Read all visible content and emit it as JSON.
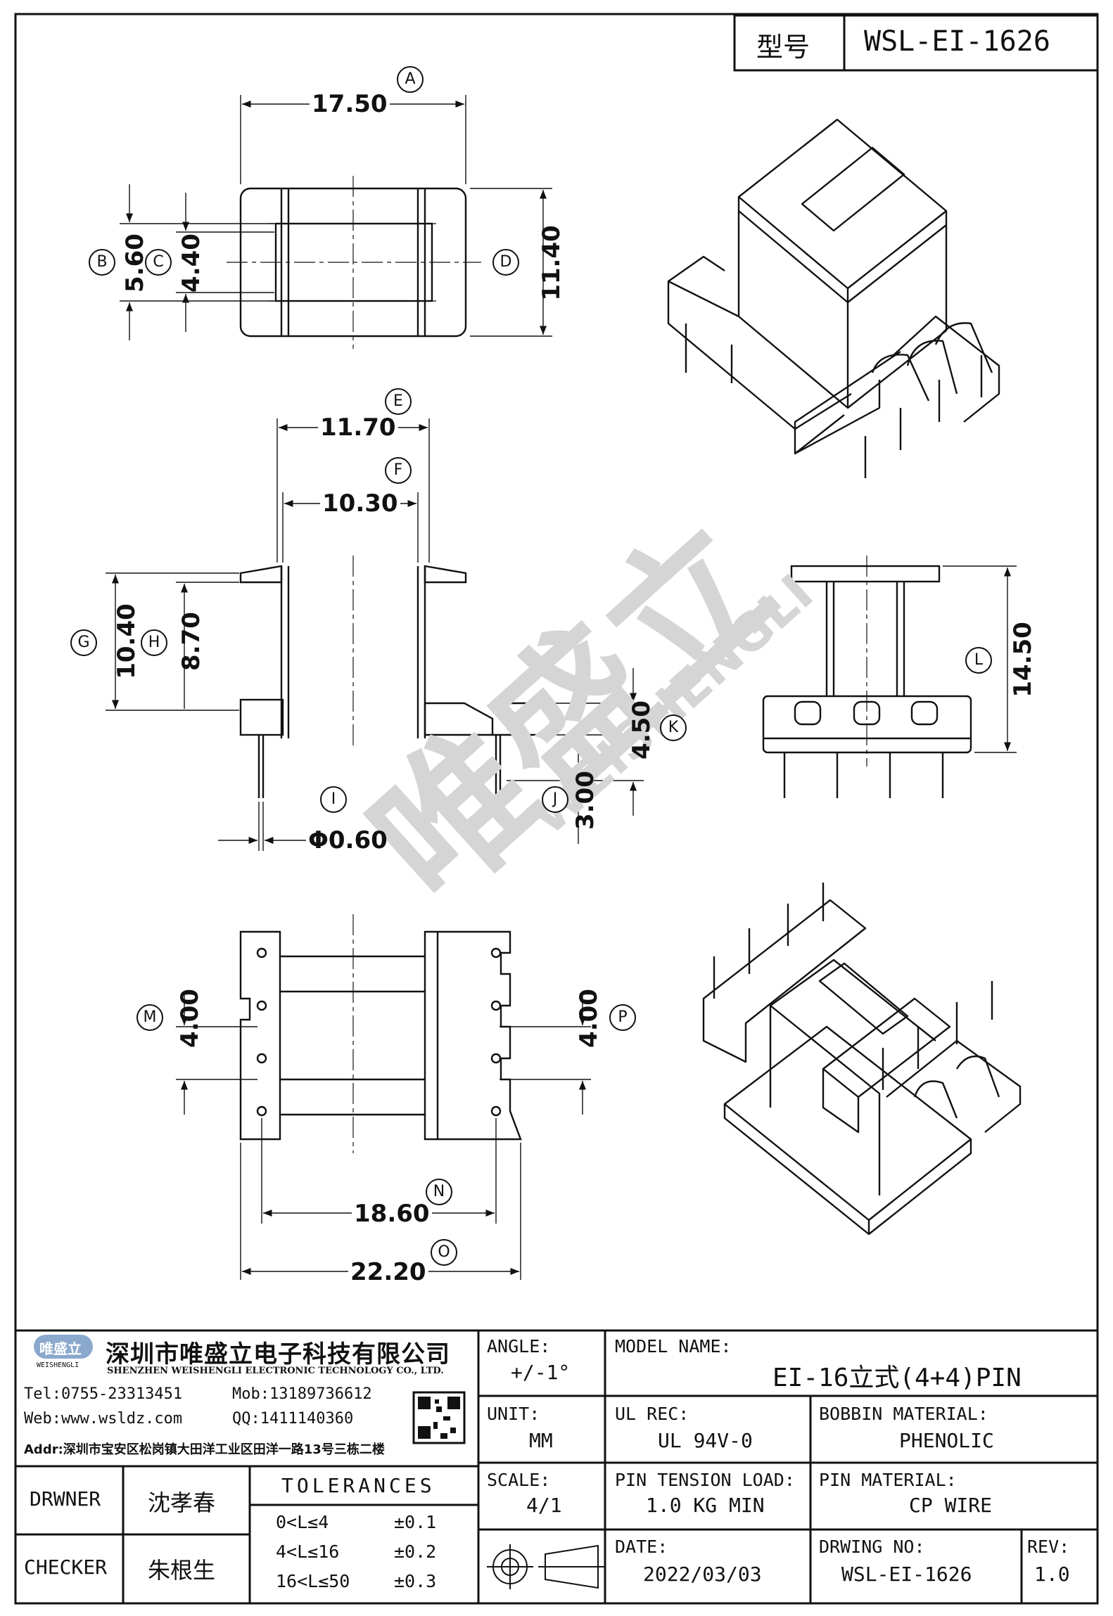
{
  "header": {
    "type_label": "型号",
    "model_code": "WSL-EI-1626"
  },
  "watermark": {
    "cn": "唯盛立",
    "en": "WEISHENGLI"
  },
  "dimensions": {
    "A": {
      "value": "17.50",
      "letter": "A"
    },
    "B": {
      "value": "5.60",
      "letter": "B"
    },
    "C": {
      "value": "4.40",
      "letter": "C"
    },
    "D": {
      "value": "11.40",
      "letter": "D"
    },
    "E": {
      "value": "11.70",
      "letter": "E"
    },
    "F": {
      "value": "10.30",
      "letter": "F"
    },
    "G": {
      "value": "10.40",
      "letter": "G"
    },
    "H": {
      "value": "8.70",
      "letter": "H"
    },
    "I": {
      "value": "Φ0.60",
      "letter": "I"
    },
    "J": {
      "value": "3.00",
      "letter": "J"
    },
    "K": {
      "value": "4.50",
      "letter": "K"
    },
    "L": {
      "value": "14.50",
      "letter": "L"
    },
    "M": {
      "value": "4.00",
      "letter": "M"
    },
    "N": {
      "value": "18.60",
      "letter": "N"
    },
    "O": {
      "value": "22.20",
      "letter": "O"
    },
    "P": {
      "value": "4.00",
      "letter": "P"
    }
  },
  "company": {
    "logo_text": "唯盛立",
    "logo_sub": "WEISHENGLI",
    "name_cn": "深圳市唯盛立电子科技有限公司",
    "name_en": "SHENZHEN WEISHENGLI ELECTRONIC TECHNOLOGY CO., LTD.",
    "tel": "Tel:0755-23313451",
    "mob": "Mob:13189736612",
    "web": "Web:www.wsldz.com",
    "qq": "QQ:1411140360",
    "addr": "Addr:深圳市宝安区松岗镇大田洋工业区田洋一路13号三栋二楼"
  },
  "title_block": {
    "drawner_label": "DRWNER",
    "drawner_value": "沈孝春",
    "checker_label": "CHECKER",
    "checker_value": "朱根生",
    "tolerances_label": "TOLERANCES",
    "tolerances": [
      {
        "range": "0<L≤4",
        "tol": "±0.1"
      },
      {
        "range": "4<L≤16",
        "tol": "±0.2"
      },
      {
        "range": "16<L≤50",
        "tol": "±0.3"
      }
    ],
    "angle_label": "ANGLE:",
    "angle_value": "+/-1°",
    "unit_label": "UNIT:",
    "unit_value": "MM",
    "scale_label": "SCALE:",
    "scale_value": "4/1",
    "model_name_label": "MODEL NAME:",
    "model_name_value": "EI-16立式(4+4)PIN",
    "ul_rec_label": "UL REC:",
    "ul_rec_value": "UL 94V-0",
    "bobbin_label": "BOBBIN MATERIAL:",
    "bobbin_value": "PHENOLIC",
    "pin_tension_label": "PIN TENSION LOAD:",
    "pin_tension_value": "1.0 KG MIN",
    "pin_material_label": "PIN MATERIAL:",
    "pin_material_value": "CP WIRE",
    "date_label": "DATE:",
    "date_value": "2022/03/03",
    "drawing_no_label": "DRWING NO:",
    "drawing_no_value": "WSL-EI-1626",
    "rev_label": "REV:",
    "rev_value": "1.0"
  }
}
